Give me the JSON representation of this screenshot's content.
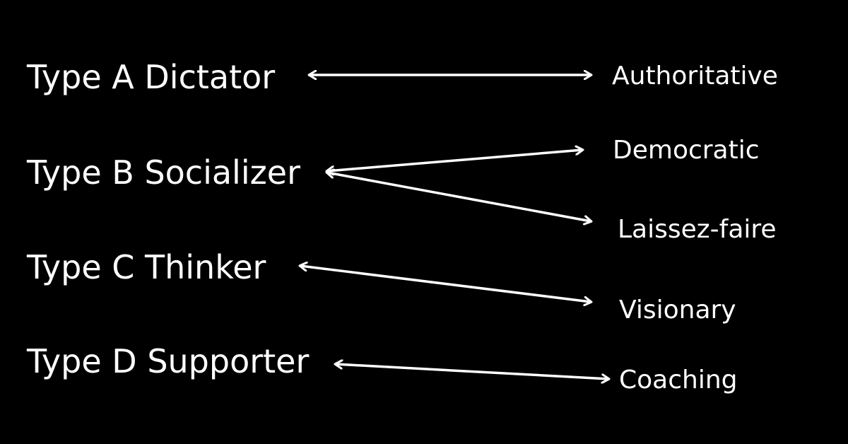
{
  "types": [
    {
      "label": "Type A Dictator"
    },
    {
      "label": "Type B Socializer"
    },
    {
      "label": "Type C Thinker"
    },
    {
      "label": "Type D Supporter"
    }
  ],
  "styles": [
    {
      "label": "Authoritative"
    },
    {
      "label": "Democratic"
    },
    {
      "label": "Laissez-faire"
    },
    {
      "label": "Visionary"
    },
    {
      "label": "Coaching"
    }
  ],
  "connections": [
    {
      "from": "Type A Dictator",
      "to": "Authoritative",
      "arrowheads": "both"
    },
    {
      "from": "Type B Socializer",
      "to": "Democratic",
      "arrowheads": "both"
    },
    {
      "from": "Type B Socializer",
      "to": "Laissez-faire",
      "arrowheads": "both"
    },
    {
      "from": "Type C Thinker",
      "to": "Visionary",
      "arrowheads": "both"
    },
    {
      "from": "Type D Supporter",
      "to": "Coaching",
      "arrowheads": "both"
    }
  ],
  "colors": {
    "background": "#000000",
    "foreground": "#ffffff"
  }
}
